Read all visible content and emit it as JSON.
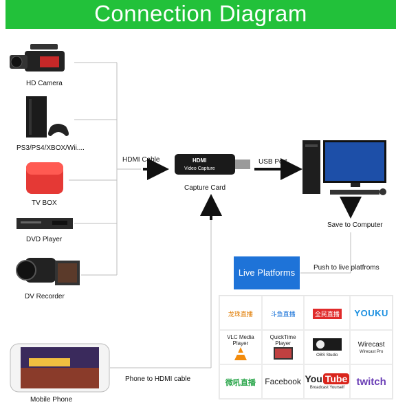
{
  "title": "Connection Diagram",
  "devices": [
    {
      "label": "HD Camera",
      "icon": "hd-camera-icon"
    },
    {
      "label": "PS3/PS4/XBOX/Wii....",
      "icon": "game-console-icon"
    },
    {
      "label": "TV BOX",
      "icon": "tv-box-icon"
    },
    {
      "label": "DVD Player",
      "icon": "dvd-player-icon"
    },
    {
      "label": "DV Recorder",
      "icon": "dv-recorder-icon"
    },
    {
      "label": "Mobile Phone",
      "icon": "mobile-phone-icon"
    }
  ],
  "capture_card": {
    "brand": "HDMI",
    "text": "Video Capture",
    "label": "Capture Card"
  },
  "edges": {
    "hdmi_cable": "HDMI Cable",
    "usb_port": "USB Port",
    "save": "Save to Computer",
    "push": "Push to live platfroms",
    "phone_cable": "Phone to HDMI cable"
  },
  "live_platforms": "Live Platforms",
  "platforms": [
    {
      "caption": "",
      "name": "longzhu-logo",
      "text": "龙珠直播"
    },
    {
      "caption": "",
      "name": "douyu-logo",
      "text": "斗鱼直播"
    },
    {
      "caption": "",
      "name": "quanmin-logo",
      "text": "全民直播"
    },
    {
      "caption": "",
      "name": "youku-logo",
      "text": "YOUKU"
    },
    {
      "caption": "VLC Media Player",
      "name": "vlc-icon",
      "text": ""
    },
    {
      "caption": "QuickTime Player",
      "name": "quicktime-icon",
      "text": ""
    },
    {
      "caption": "",
      "name": "obs-icon",
      "text": "OBS Studio"
    },
    {
      "caption": "Wirecast",
      "name": "wirecast-logo",
      "text": "Wirecast Pro"
    },
    {
      "caption": "",
      "name": "weibo-live-logo",
      "text": "微吼直播"
    },
    {
      "caption": "",
      "name": "facebook-logo",
      "text": "Facebook"
    },
    {
      "caption": "",
      "name": "youtube-logo",
      "text": "Broadcast Yourself"
    },
    {
      "caption": "",
      "name": "twitch-logo",
      "text": "twitch"
    }
  ],
  "colors": {
    "banner": "#22c13a",
    "live_box": "#1e73d8",
    "arrow": "#111111",
    "line": "#bdbdbd"
  }
}
